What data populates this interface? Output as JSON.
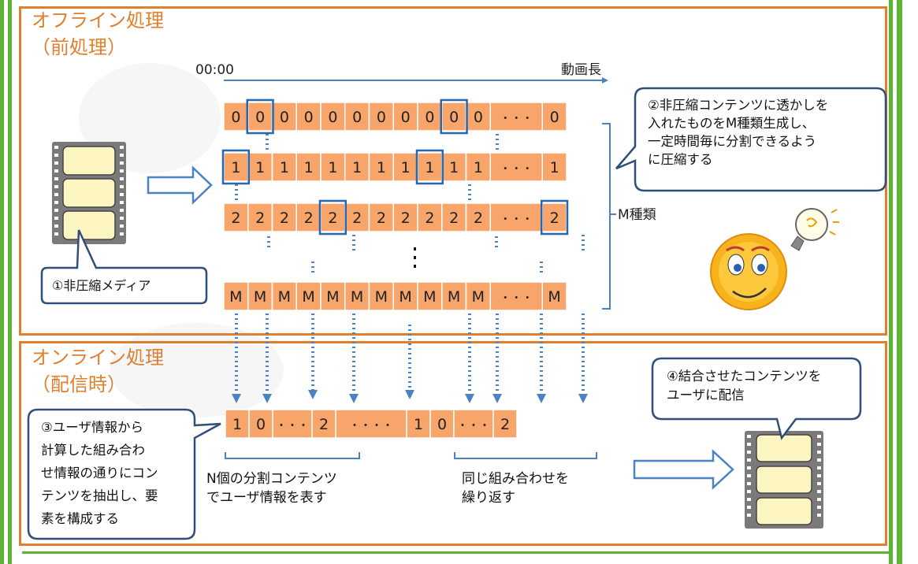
{
  "offline": {
    "title_line1": "オフライン処理",
    "title_line2": "（前処理）"
  },
  "online": {
    "title_line1": "オンライン処理",
    "title_line2": "（配信時）"
  },
  "timeline": {
    "start": "00:00",
    "end": "動画長"
  },
  "rows": [
    {
      "label": "0",
      "highlighted": [
        1,
        9
      ]
    },
    {
      "label": "1",
      "highlighted": [
        0,
        8
      ]
    },
    {
      "label": "2",
      "highlighted": [
        4,
        10
      ]
    },
    {
      "label": "M",
      "highlighted": []
    }
  ],
  "ellipsis": "・・・",
  "output_cells": [
    {
      "text": "1",
      "wide": false
    },
    {
      "text": "0",
      "wide": false
    },
    {
      "text": "・・・",
      "wide": false
    },
    {
      "text": "2",
      "wide": false
    },
    {
      "text": "・・・・",
      "wide": true
    },
    {
      "text": "1",
      "wide": false
    },
    {
      "text": "0",
      "wide": false
    },
    {
      "text": "・・・",
      "wide": false
    },
    {
      "text": "2",
      "wide": false
    }
  ],
  "m_kinds": "M種類",
  "callouts": {
    "c1": "①非圧縮メディア",
    "c2": "②非圧縮コンテンツに透かしを\n入れたものをM種類生成し、\n一定時間毎に分割できるよう\nに圧縮する",
    "c3": "③ユーザ情報から\n計算した組み合わ\nせ情報の通りにコン\nテンツを抽出し、要\n素を構成する",
    "c4": "④結合させたコンテンツを\nユーザに配信"
  },
  "labels": {
    "n_split": "N個の分割コンテンツ\nでユーザ情報を表す",
    "repeat": "同じ組み合わせを\n繰り返す"
  },
  "colors": {
    "accent": "#e07f2c",
    "green": "#5cb531",
    "cell_fill": "#f8a56c",
    "highlight": "#2468b3",
    "arrow": "#4b82c4",
    "bubble_border": "#2f4e7a"
  }
}
